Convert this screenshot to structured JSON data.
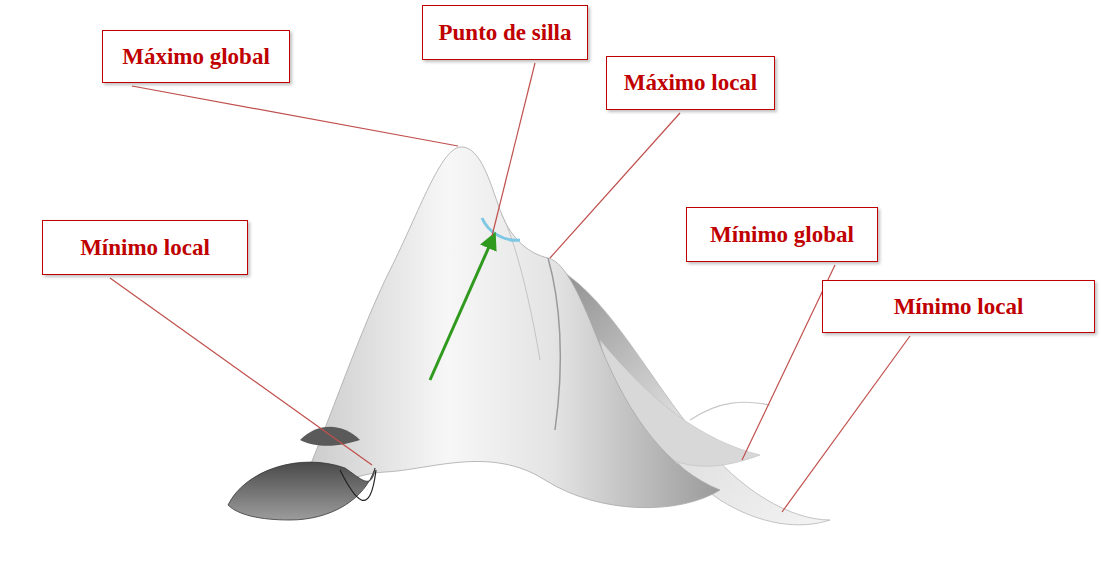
{
  "diagram": {
    "nodes": [
      {
        "text": [
          "Punto de silla"
        ]
      },
      {
        "text": [
          "Máximo global"
        ]
      },
      {
        "text": [
          "Máximo local"
        ]
      },
      {
        "text": [
          "Mínimo global"
        ]
      },
      {
        "text": [
          "Mínimo local"
        ]
      },
      {
        "text": [
          "Mínimo local"
        ]
      }
    ]
  }
}
